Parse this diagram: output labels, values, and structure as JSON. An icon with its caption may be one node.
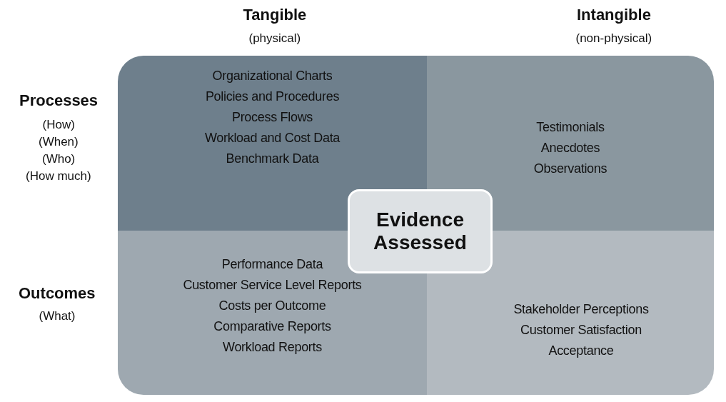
{
  "diagram": {
    "nodes": [
      {
        "text": [
          "Organizational Charts",
          "Policies and Procedures",
          "Process Flows",
          "Workload and Cost Data",
          "Benchmark Data"
        ]
      },
      {
        "text": [
          "Testimonials",
          "Anecdotes",
          "Observations"
        ]
      },
      {
        "text": [
          "Performance Data",
          "Customer Service Level Reports",
          "Costs per Outcome",
          "Comparative Reports",
          "Workload Reports"
        ]
      },
      {
        "text": [
          "Stakeholder Perceptions",
          "Customer Satisfaction",
          "Acceptance"
        ]
      },
      {
        "text": [
          "Evidence Assessed"
        ]
      }
    ],
    "edges": [],
    "labels": [
      "Tangible",
      "(physical)",
      "Intangible",
      "(non-physical)",
      "Processes",
      "(How)",
      "(When)",
      "(Who)",
      "(How much)",
      "Outcomes",
      "(What)"
    ]
  }
}
